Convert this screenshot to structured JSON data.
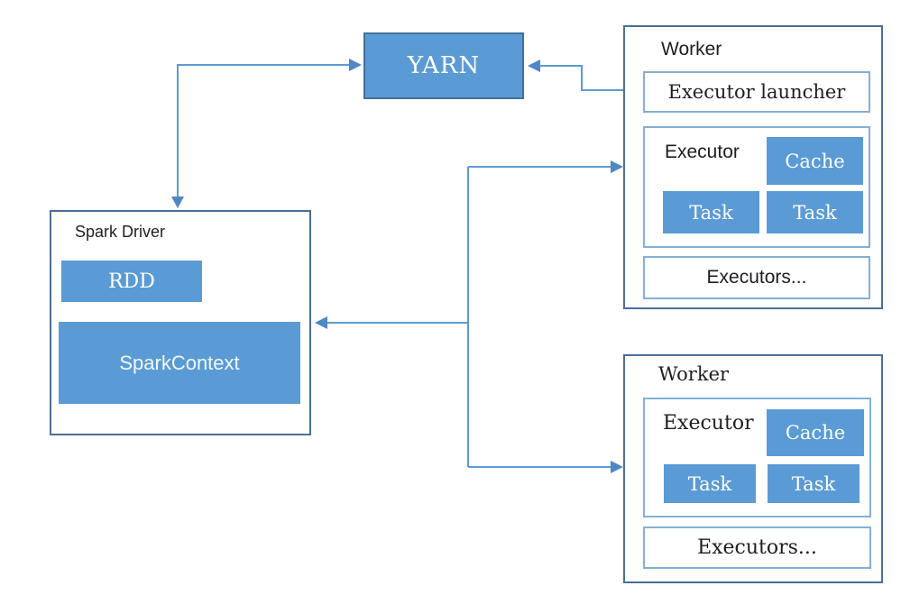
{
  "colors": {
    "background": "#FFFFFF",
    "box_fill": "#5B9BD5",
    "yarn_border": "#41719C",
    "outer_border": "#4A6E96",
    "inner_border": "#85AFD7",
    "connector": "#5B9BD5",
    "arrowhead": "#4E87C4",
    "fill_text": "#FFFFFF",
    "label_text": "#1F1F1F"
  },
  "nodes": {
    "yarn": {
      "label": "YARN"
    },
    "spark_driver": {
      "title": "Spark Driver",
      "rdd_label": "RDD",
      "spark_context_label": "SparkContext"
    },
    "worker_top": {
      "title": "Worker",
      "executor_launcher_label": "Executor launcher",
      "executor": {
        "title": "Executor",
        "cache_label": "Cache",
        "task_labels": [
          "Task",
          "Task"
        ]
      },
      "executors_more_label": "Executors..."
    },
    "worker_bottom": {
      "title": "Worker",
      "executor": {
        "title": "Executor",
        "cache_label": "Cache",
        "task_labels": [
          "Task",
          "Task"
        ]
      },
      "executors_more_label": "Executors..."
    }
  },
  "connectors": [
    {
      "name": "spark-driver-yarn",
      "from": "Spark Driver",
      "to": "YARN",
      "arrows": "both-ends"
    },
    {
      "name": "yarn-worker",
      "from": "YARN",
      "to": "Executor launcher",
      "arrows": "both-ends"
    },
    {
      "name": "executors-sparkcontext",
      "from": "Worker Executors",
      "to": "SparkContext",
      "arrows": "into SparkContext and into both Executor boxes"
    }
  ]
}
